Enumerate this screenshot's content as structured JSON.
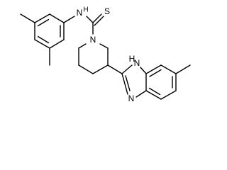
{
  "molecule": {
    "atoms": {
      "thioamide_nh": "N",
      "thioamide_h": "H",
      "thione_sulfur": "S",
      "piperidine_n": "N",
      "imidazole_nh": "N",
      "imidazole_nh_h": "H",
      "imidazole_n": "N"
    }
  }
}
